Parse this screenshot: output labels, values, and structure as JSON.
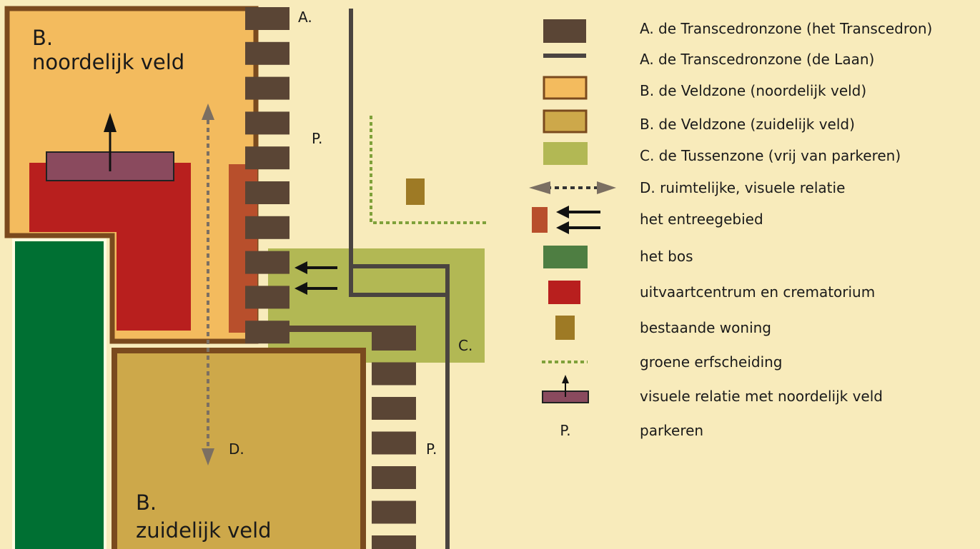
{
  "map_labels": {
    "north_field_letter": "B.",
    "north_field_name": "noordelijk veld",
    "south_field_letter": "B.",
    "south_field_name": "zuidelijk veld",
    "label_a": "A.",
    "label_p_top": "P.",
    "label_p_bottom": "P.",
    "label_c": "C.",
    "label_d": "D."
  },
  "legend": [
    {
      "symbol": "brown-rect",
      "text": "A.  de Transcedronzone (het Transcedron)"
    },
    {
      "symbol": "grey-line",
      "text": "A.  de Transcedronzone (de Laan)"
    },
    {
      "symbol": "orange-rect",
      "text": "B.  de Veldzone (noordelijk veld)"
    },
    {
      "symbol": "ochre-rect",
      "text": "B.  de Veldzone (zuidelijk veld)"
    },
    {
      "symbol": "lime-rect",
      "text": "C.  de Tussenzone (vrij van parkeren)"
    },
    {
      "symbol": "double-arrow-dashed",
      "text": "D.  ruimtelijke, visuele relatie"
    },
    {
      "symbol": "entrance-arrows",
      "text": "het entreegebied"
    },
    {
      "symbol": "green-rect",
      "text": "het bos"
    },
    {
      "symbol": "red-rect",
      "text": "uitvaartcentrum en crematorium"
    },
    {
      "symbol": "house-rect",
      "text": "bestaande woning"
    },
    {
      "symbol": "green-dotted-line",
      "text": "groene erfscheiding"
    },
    {
      "symbol": "view-arrow",
      "text": "visuele relatie met noordelijk veld"
    },
    {
      "symbol": "p-letter",
      "text": "parkeren"
    }
  ],
  "legend_p_symbol": "P.",
  "colors": {
    "background": "#f8ebbb",
    "brown": "#5a4535",
    "lane_grey": "#4a4440",
    "north_field": "#f3bb5e",
    "field_border": "#7a4a1e",
    "south_field": "#cda84a",
    "tussenzone": "#b2b854",
    "entrance": "#b84f2c",
    "forest": "#007033",
    "crematorium": "#b81f1e",
    "house": "#9e7a25",
    "hedge": "#7fa13a",
    "view_block": "#8a4a5e"
  }
}
